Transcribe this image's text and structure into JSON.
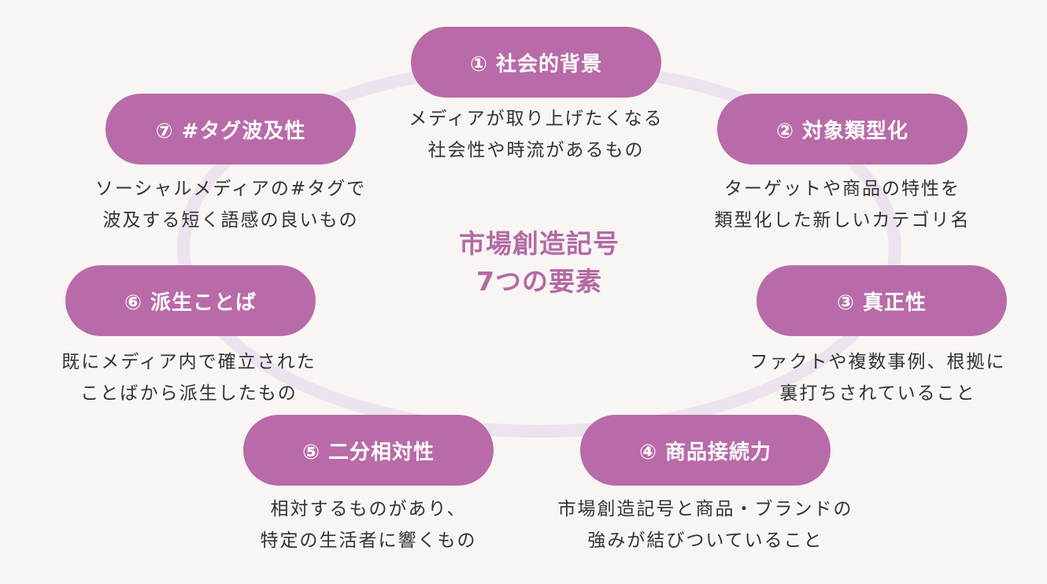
{
  "center": {
    "line1": "市場創造記号",
    "line2": "7つの要素"
  },
  "elements": [
    {
      "label": "① 社会的背景",
      "desc1": "メディアが取り上げたくなる",
      "desc2": "社会性や時流があるもの"
    },
    {
      "label": "② 対象類型化",
      "desc1": "ターゲットや商品の特性を",
      "desc2": "類型化した新しいカテゴリ名"
    },
    {
      "label": "③ 真正性",
      "desc1": "ファクトや複数事例、根拠に",
      "desc2": "裏打ちされていること"
    },
    {
      "label": "④ 商品接続力",
      "desc1": "市場創造記号と商品・ブランドの",
      "desc2": "強みが結びついていること"
    },
    {
      "label": "⑤ 二分相対性",
      "desc1": "相対するものがあり、",
      "desc2": "特定の生活者に響くもの"
    },
    {
      "label": "⑥ 派生ことば",
      "desc1": "既にメディア内で確立された",
      "desc2": "ことばから派生したもの"
    },
    {
      "label": "⑦ #タグ波及性",
      "desc1": "ソーシャルメディアの#タグで",
      "desc2": "波及する短く語感の良いもの"
    }
  ],
  "colors": {
    "background": "#f8f5f3",
    "pill": "#b86ba8",
    "center_text": "#b36aa4",
    "ring": "#ece3ee",
    "description_text": "#333333"
  }
}
